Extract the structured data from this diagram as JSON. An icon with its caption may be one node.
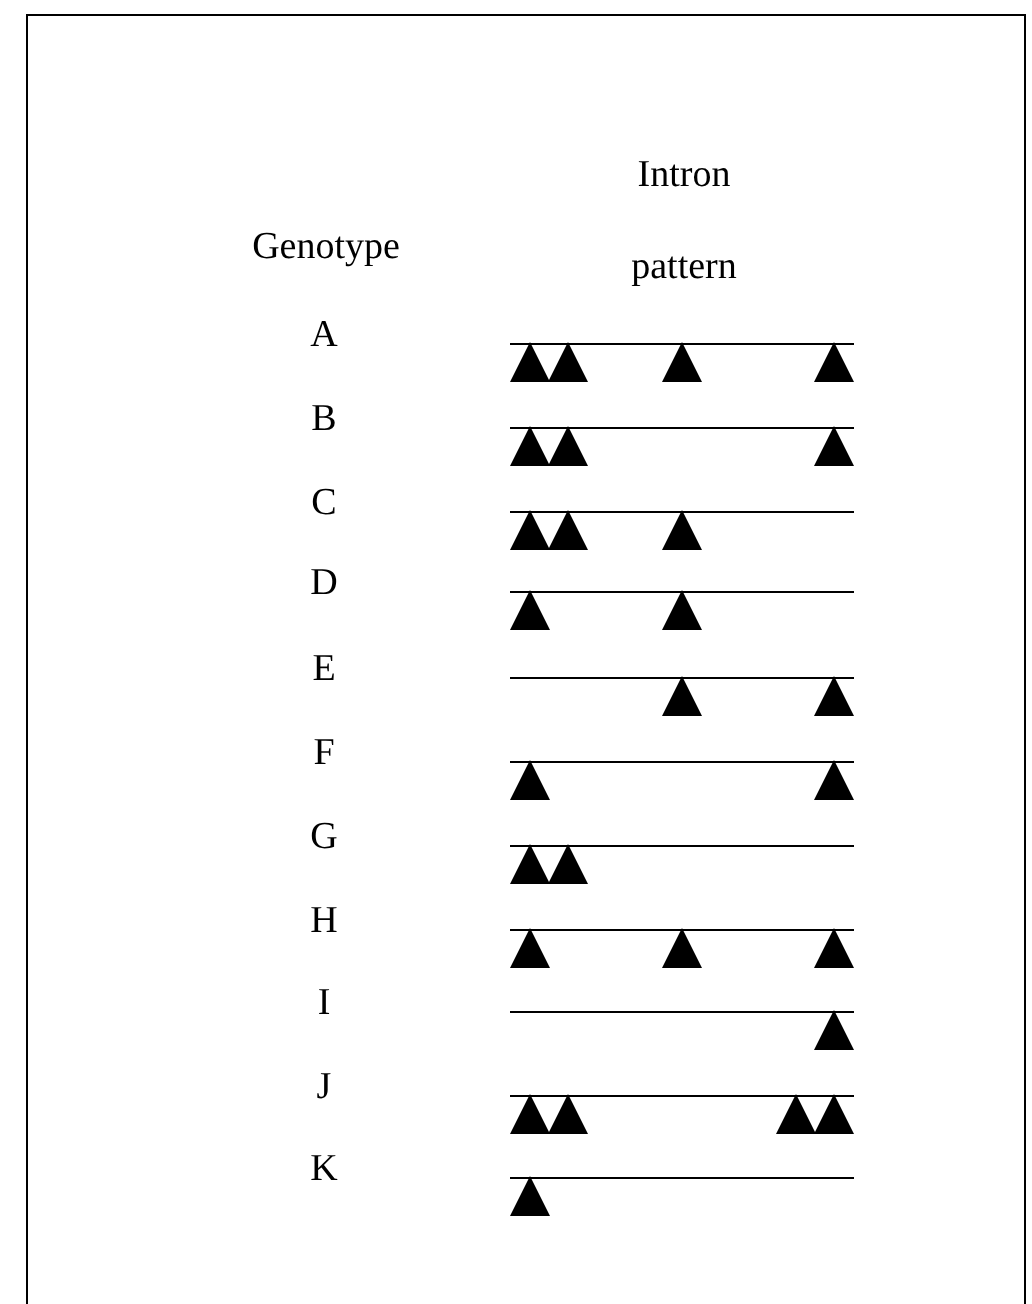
{
  "diagram": {
    "labels": [
      "Intron pattern",
      "Genotype",
      "A",
      "B",
      "C",
      "D",
      "E",
      "F",
      "G",
      "H",
      "I",
      "J",
      "K"
    ]
  }
}
